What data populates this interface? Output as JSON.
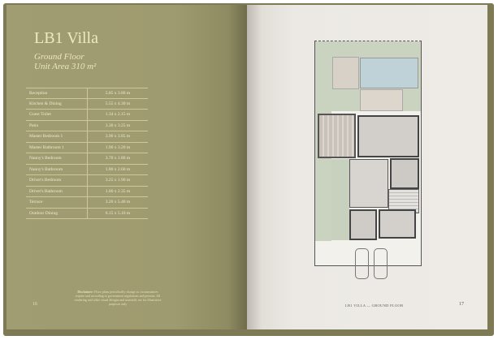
{
  "left_page": {
    "title": "LB1 Villa",
    "floor": "Ground Floor",
    "unit_area": "Unit Area 310 m²",
    "rooms": [
      {
        "name": "Reception",
        "size": "5.85 x 3.80 m"
      },
      {
        "name": "Kitchen & Dining",
        "size": "5.55 x 4.30 m"
      },
      {
        "name": "Guest Toilet",
        "size": "1.34 x 2.15 m"
      },
      {
        "name": "Patio",
        "size": "3.30 x 3.25 m"
      },
      {
        "name": "Master Bedroom 1",
        "size": "3.90 x 3.85 m"
      },
      {
        "name": "Master Bathroom 1",
        "size": "1.90 x 3.20 m"
      },
      {
        "name": "Nanny's Bedroom",
        "size": "3.70 x 1.80 m"
      },
      {
        "name": "Nanny's Bathroom",
        "size": "1.80 x 2.60 m"
      },
      {
        "name": "Driver's Bedroom",
        "size": "3.25 x 1.90 m"
      },
      {
        "name": "Driver's Bathroom",
        "size": "1.00 x 2.35 m"
      },
      {
        "name": "Terrace",
        "size": "3.20 x 5.40 m"
      },
      {
        "name": "Outdoor Dining",
        "size": "6.15 x 5.10 m"
      }
    ],
    "disclaimer_label": "Disclaimer:",
    "disclaimer": "Floor plans periodically change as circumstances require and according to government regulations and permits. All rendering and other visual designs and materials are for illustrative purposes only",
    "page_number": "16"
  },
  "right_page": {
    "footer": "LB1 VILLA — GROUND FLOOR",
    "page_number": "17"
  }
}
